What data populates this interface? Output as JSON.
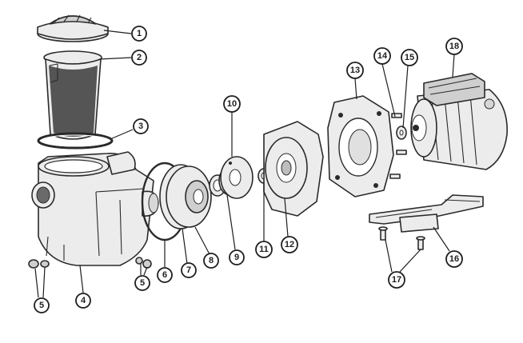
{
  "diagram": {
    "type": "exploded-parts-diagram",
    "callouts": [
      {
        "id": "c1",
        "label": "1"
      },
      {
        "id": "c2",
        "label": "2"
      },
      {
        "id": "c3",
        "label": "3"
      },
      {
        "id": "c4",
        "label": "4"
      },
      {
        "id": "c5a",
        "label": "5"
      },
      {
        "id": "c5b",
        "label": "5"
      },
      {
        "id": "c6",
        "label": "6"
      },
      {
        "id": "c7",
        "label": "7"
      },
      {
        "id": "c8",
        "label": "8"
      },
      {
        "id": "c9",
        "label": "9"
      },
      {
        "id": "c10",
        "label": "10"
      },
      {
        "id": "c11",
        "label": "11"
      },
      {
        "id": "c12",
        "label": "12"
      },
      {
        "id": "c13",
        "label": "13"
      },
      {
        "id": "c14",
        "label": "14"
      },
      {
        "id": "c15",
        "label": "15"
      },
      {
        "id": "c16",
        "label": "16"
      },
      {
        "id": "c17",
        "label": "17"
      },
      {
        "id": "c18",
        "label": "18"
      }
    ]
  }
}
